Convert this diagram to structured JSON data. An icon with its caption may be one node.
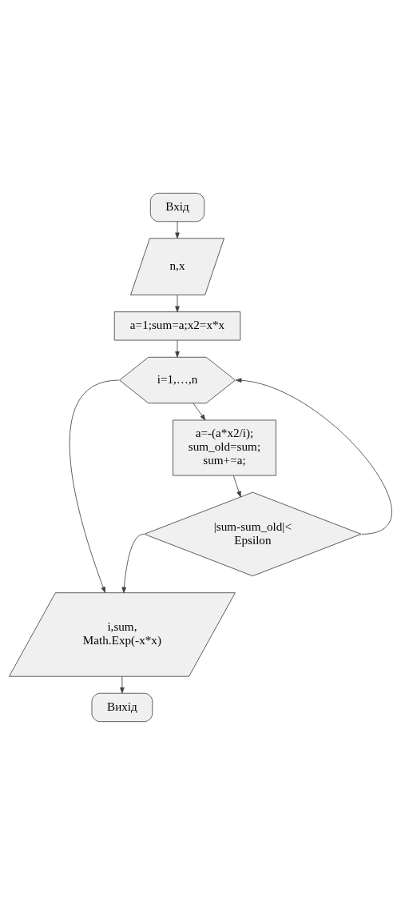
{
  "diagram": {
    "nodes": [
      {
        "text": [
          "Вхід"
        ]
      },
      {
        "text": [
          "n,x"
        ]
      },
      {
        "text": [
          "a=1;sum=a;x2=x*x"
        ]
      },
      {
        "text": [
          "i=1,…,n"
        ]
      },
      {
        "text": [
          "a=-(a*x2/i); sum_old=sum; sum+=a;"
        ]
      },
      {
        "text": [
          "|sum-sum_old|< Epsilon"
        ]
      },
      {
        "text": [
          "i,sum, Math.Exp(-x*x)"
        ]
      },
      {
        "text": [
          "Вихід"
        ]
      }
    ],
    "edges": [
      {
        "from": 0,
        "to": 1,
        "arrow": "to"
      },
      {
        "from": 1,
        "to": 2,
        "arrow": "to"
      },
      {
        "from": 2,
        "to": 3,
        "arrow": "to"
      },
      {
        "from": 3,
        "to": 4,
        "arrow": "to"
      },
      {
        "from": 4,
        "to": 5,
        "arrow": "to"
      },
      {
        "from": 5,
        "to": 3,
        "arrow": "to"
      },
      {
        "from": 3,
        "to": 6,
        "arrow": "to"
      },
      {
        "from": 5,
        "to": 6,
        "arrow": "to"
      },
      {
        "from": 6,
        "to": 7,
        "arrow": "to"
      }
    ]
  }
}
